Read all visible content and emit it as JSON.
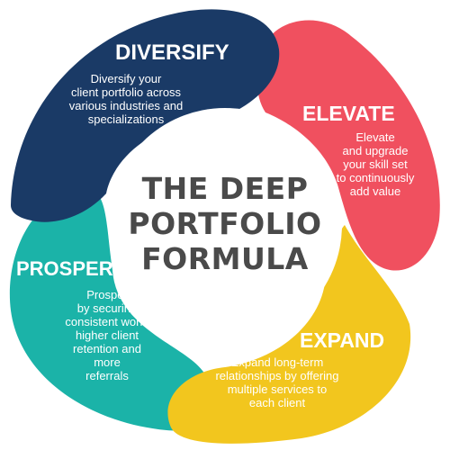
{
  "title": "THE DEEP\nPORTFOLIO\nFORMULA",
  "segments": [
    {
      "label": "DIVERSIFY",
      "description": "Diversify your\nclient portfolio across\nvarious industries and\nspecializations",
      "color": "#1a3a66"
    },
    {
      "label": "ELEVATE",
      "description": "Elevate\nand upgrade\nyour skill set\nto continuously\nadd value",
      "color": "#f0505f"
    },
    {
      "label": "EXPAND",
      "description": "Expand long-term\nrelationships by offering\nmultiple services to\neach client",
      "color": "#f2c61e"
    },
    {
      "label": "PROSPER",
      "description": "Prosper\nby securing\nconsistent work,\nhigher client\nretention and\nmore\nreferrals",
      "color": "#1bb3a8"
    }
  ]
}
